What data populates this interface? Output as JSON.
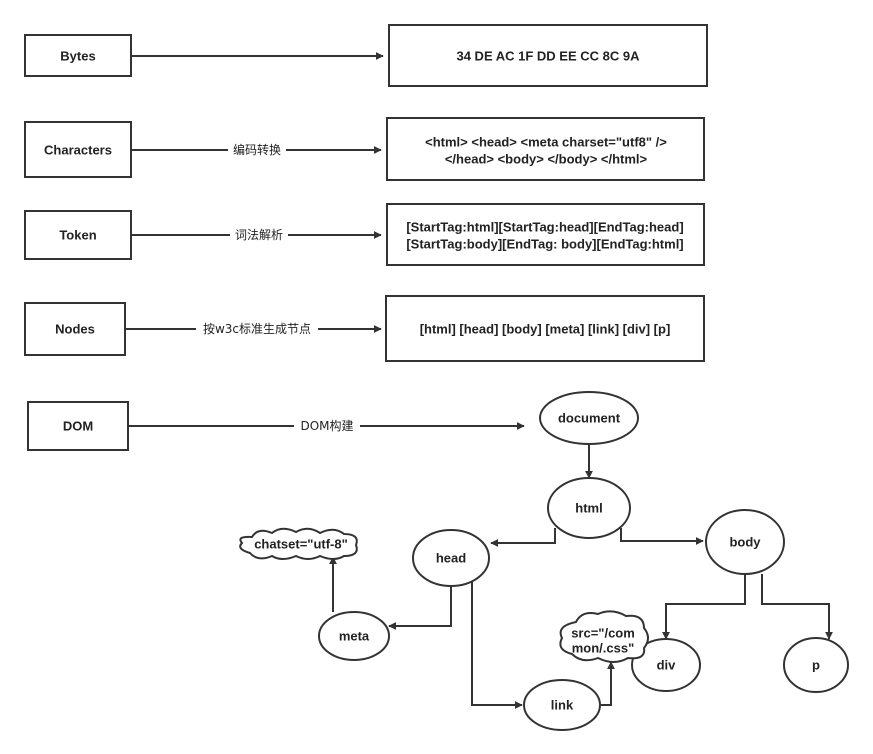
{
  "stages": {
    "bytes": "Bytes",
    "characters": "Characters",
    "token": "Token",
    "nodes": "Nodes",
    "dom": "DOM"
  },
  "edge_labels": {
    "characters": "编码转换",
    "token": "词法解析",
    "nodes": "按w3c标准生成节点",
    "dom": "DOM构建"
  },
  "results": {
    "bytes": [
      "34 DE AC 1F DD EE CC 8C 9A"
    ],
    "characters": [
      "<html> <head> <meta charset=\"utf8\" />",
      "</head> <body> </body> </html>"
    ],
    "token": [
      "[StartTag:html][StartTag:head][EndTag:head]",
      "[StartTag:body][EndTag: body][EndTag:html]"
    ],
    "nodes": [
      "[html] [head] [body] [meta] [link] [div] [p]"
    ]
  },
  "tree": {
    "document": "document",
    "html": "html",
    "head": "head",
    "body": "body",
    "meta": "meta",
    "link": "link",
    "div": "div",
    "p": "p",
    "meta_attr": "chatset=\"utf-8\"",
    "link_attr": [
      "src=\"/com",
      "mon/.css\""
    ]
  }
}
